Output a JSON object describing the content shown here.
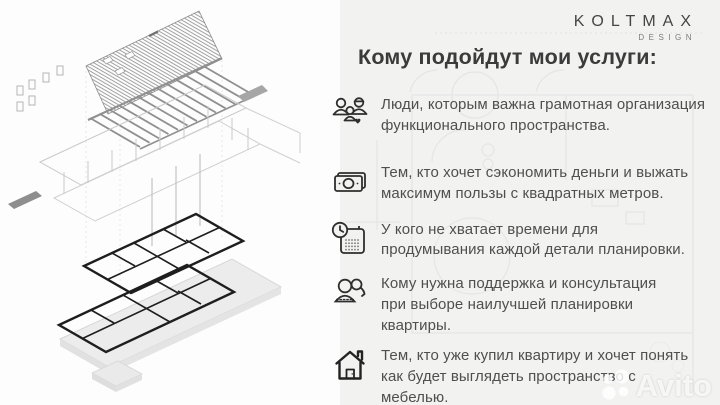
{
  "logo": {
    "brand": "KOLTMAX",
    "subtitle": "DESIGN"
  },
  "heading": "Кому подойдут мои услуги:",
  "services": [
    {
      "icon": "family-icon",
      "text": "Люди, которым важна грамотная организация\nфункционального пространства."
    },
    {
      "icon": "money-icon",
      "text": "Тем, кто хочет сэкономить деньги и выжать\nмаксимум пользы с квадратных метров."
    },
    {
      "icon": "calendar-clock-icon",
      "text": "У кого не хватает времени для\nпродумывания каждой детали планировки."
    },
    {
      "icon": "couple-icon",
      "text": "Кому нужна поддержка и консультация\nпри выборе наилучшей планировки\nквартиры."
    },
    {
      "icon": "house-icon",
      "text": "Тем, кто уже купил квартиру и хочет понять\nкак будет выглядеть пространство с мебелью."
    }
  ],
  "illustration": "exploded axonometric house drawing: hatched roof, rafters, framed walls, two bold floor plans, base slab",
  "watermark": {
    "label": "Avito"
  },
  "colors": {
    "panel_bg": "#f2f2f1",
    "left_bg": "#fdfdfd",
    "heading_text": "#3b3b3b",
    "body_text": "#4f4f4f",
    "icon_stroke": "#2e2e2e",
    "plan_line": "#1e1e1e",
    "faint_line": "#e5e5e5"
  }
}
